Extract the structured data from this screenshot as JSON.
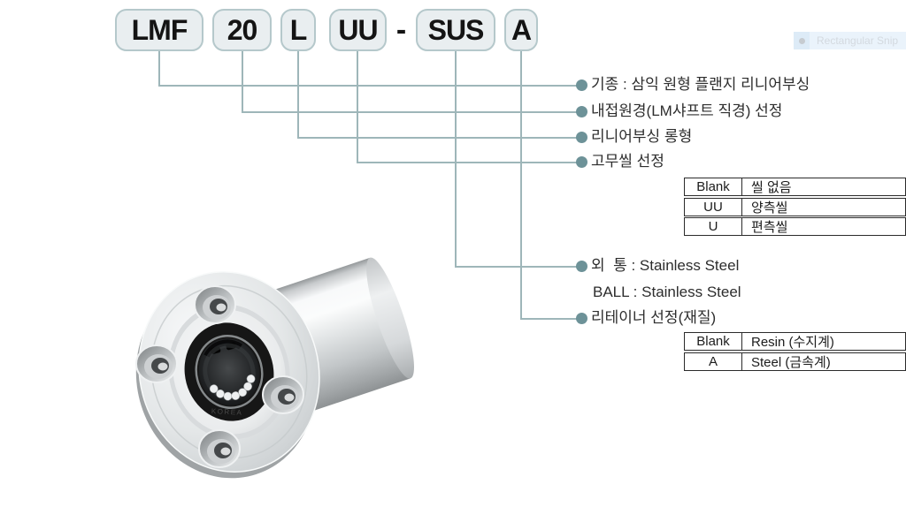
{
  "part_code": {
    "segments": [
      "LMF",
      "20",
      "L",
      "UU",
      "SUS",
      "A"
    ],
    "separator": "-"
  },
  "callouts": [
    {
      "text": "기종 : 삼익 원형 플랜지 리니어부싱",
      "bullet": true
    },
    {
      "text": "내접원경(LM샤프트 직경) 선정",
      "bullet": true
    },
    {
      "text": "리니어부싱 롱형",
      "bullet": true
    },
    {
      "text": "고무씰 선정",
      "bullet": true
    },
    {
      "text": "외  통 : Stainless Steel",
      "bullet": true
    },
    {
      "text": "BALL : Stainless Steel",
      "bullet": false
    },
    {
      "text": "리테이너 선정(재질)",
      "bullet": true
    }
  ],
  "seal_table": {
    "rows": [
      [
        "Blank",
        "씰 없음"
      ],
      [
        "UU",
        "양측씰"
      ],
      [
        "U",
        "편측씰"
      ]
    ]
  },
  "retainer_table": {
    "rows": [
      [
        "Blank",
        "Resin (수지계)"
      ],
      [
        "A",
        "Steel (금속계)"
      ]
    ]
  },
  "snip_tool": {
    "label": "Rectangular Snip"
  },
  "figure": {
    "name": "flanged-linear-bushing-render",
    "engraving": "KOREA"
  },
  "colors": {
    "connector_line": "#9eb6b9",
    "bullet": "#6d9298",
    "code_box_bg": "#e9eef0",
    "code_box_border": "#b5c8cb",
    "table_border": "#2b2b2b",
    "snip_bg": "#eaf3fb"
  }
}
